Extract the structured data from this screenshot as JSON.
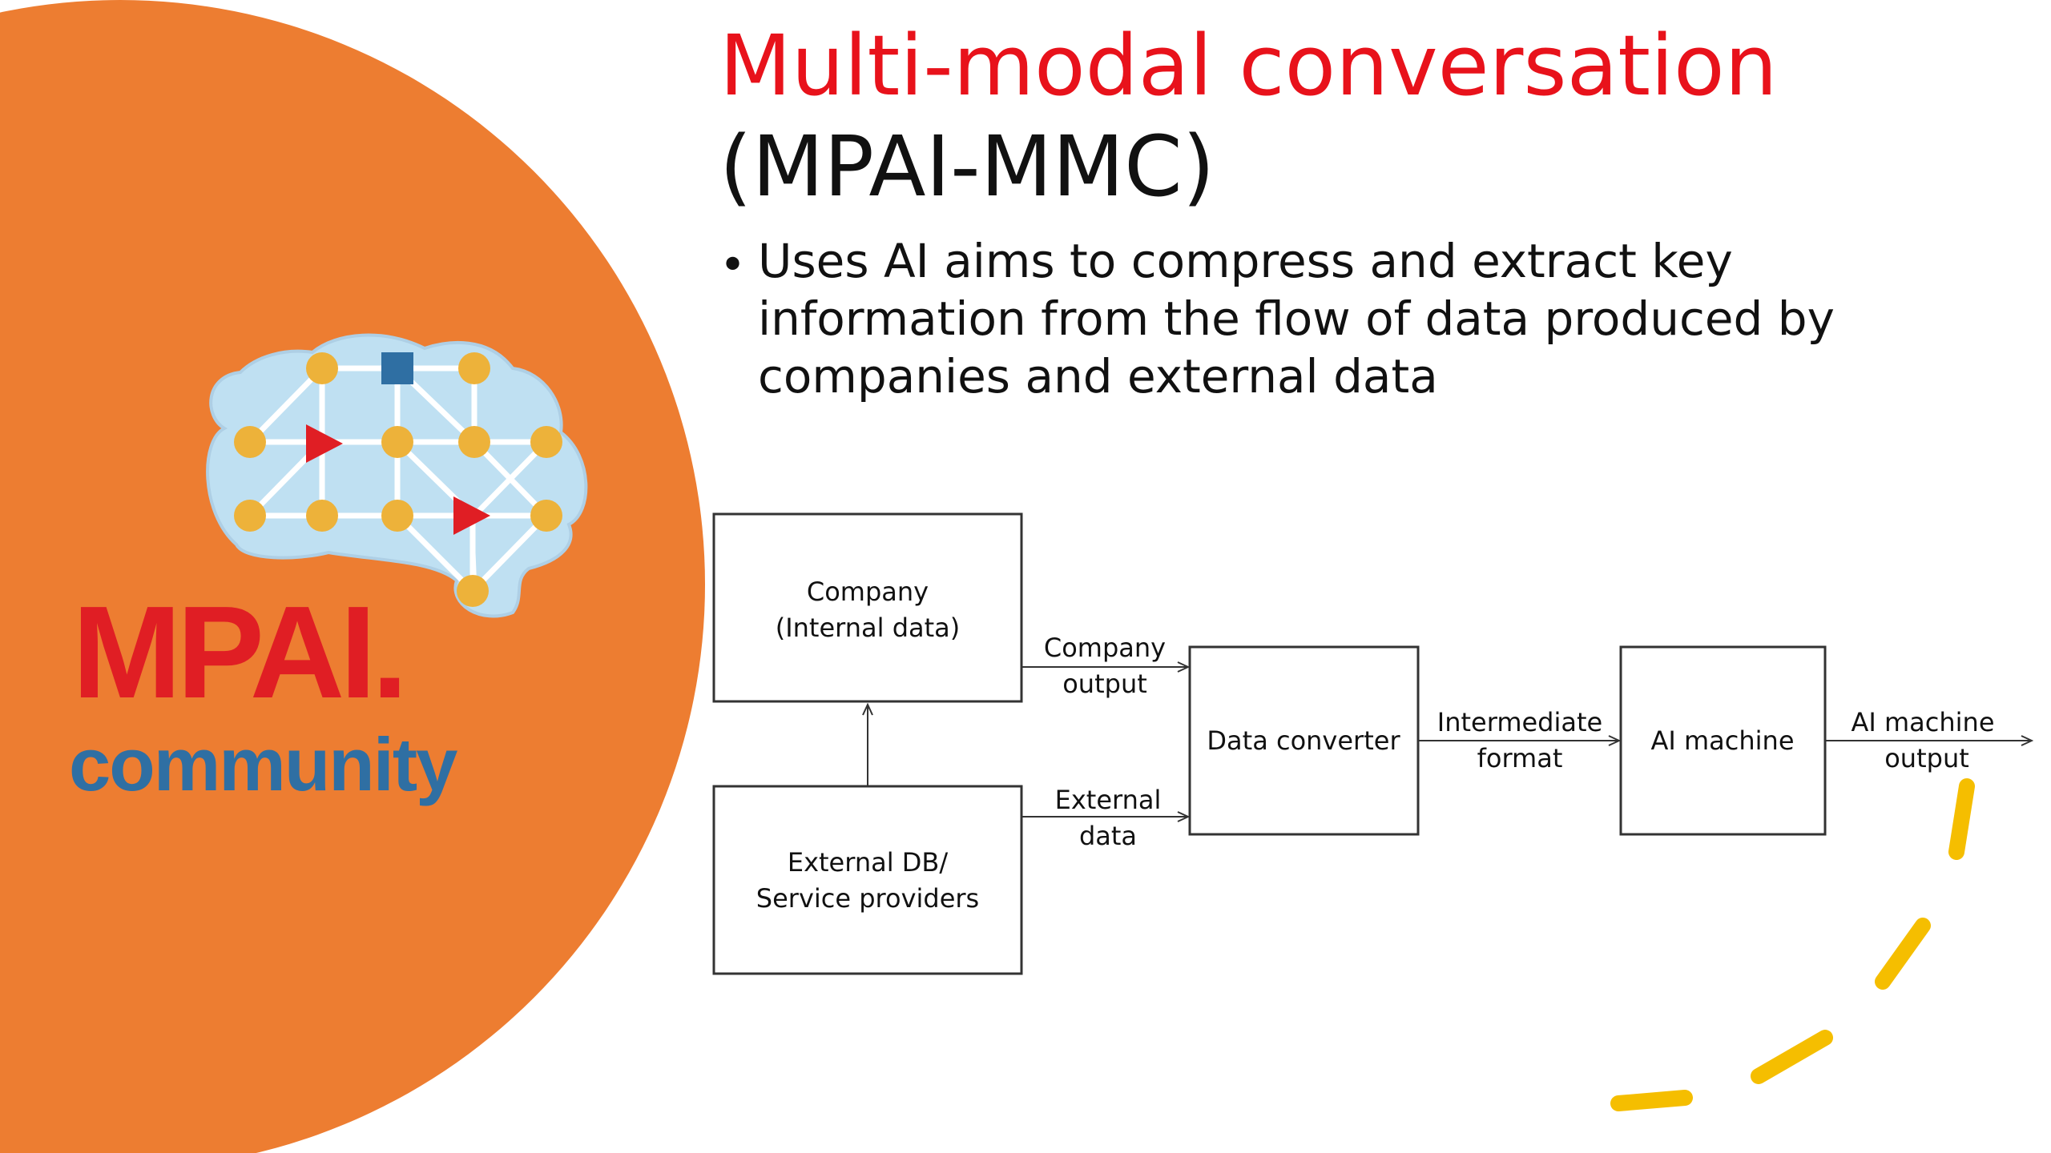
{
  "slide": {
    "title": "Multi-modal conversation",
    "subtitle": "(MPAI-MMC)",
    "bullet": "Uses AI aims to compress and extract key information from the flow of data produced by companies and external data"
  },
  "logo": {
    "brand_top": "MPAI.",
    "brand_bottom": "community"
  },
  "colors": {
    "background_circle": "#ED7D31",
    "title_accent": "#E8121B",
    "logo_red": "#E01E24",
    "logo_blue": "#2F6FA3",
    "brain_fill": "#BFE0F2",
    "node_yellow": "#EDB23A",
    "dash_yellow": "#F5BE00"
  },
  "diagram": {
    "nodes": {
      "company": [
        "Company",
        "(Internal data)"
      ],
      "external": [
        "External DB/",
        "Service providers"
      ],
      "converter": [
        "Data converter"
      ],
      "ai_machine": [
        "AI machine"
      ]
    },
    "edges": {
      "company_output": [
        "Company",
        "output"
      ],
      "external_data": [
        "External",
        "data"
      ],
      "intermediate_format": [
        "Intermediate",
        "format"
      ],
      "ai_machine_output": [
        "AI machine",
        "output"
      ]
    }
  }
}
